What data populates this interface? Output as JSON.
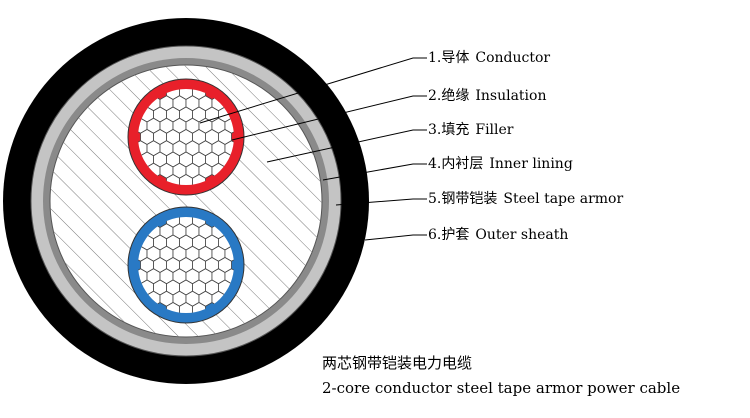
{
  "labels": [
    {
      "number": "1.",
      "cn": "导体",
      "en": "Conductor"
    },
    {
      "number": "2.",
      "cn": "绝缘",
      "en": "Insulation"
    },
    {
      "number": "3.",
      "cn": "填充",
      "en": "Filler"
    },
    {
      "number": "4.",
      "cn": "内衬层",
      "en": "Inner lining"
    },
    {
      "number": "5.",
      "cn": "钢带铠装",
      "en": "Steel tape armor"
    },
    {
      "number": "6.",
      "cn": "护套",
      "en": "Outer sheath"
    }
  ],
  "caption": {
    "cn": "两芯钢带铠装电力电缆",
    "en": "2-core conductor steel tape armor power cable"
  },
  "colors": {
    "outer_sheath": "#000000",
    "steel_armor": "#c4c4c4",
    "inner_lining": "#8a8a8a",
    "filler": "#ffffff",
    "hatch": "#7a7a7a",
    "red_insulation": "#e8202a",
    "blue_insulation": "#2979c4",
    "conductor": "#ffffff"
  }
}
